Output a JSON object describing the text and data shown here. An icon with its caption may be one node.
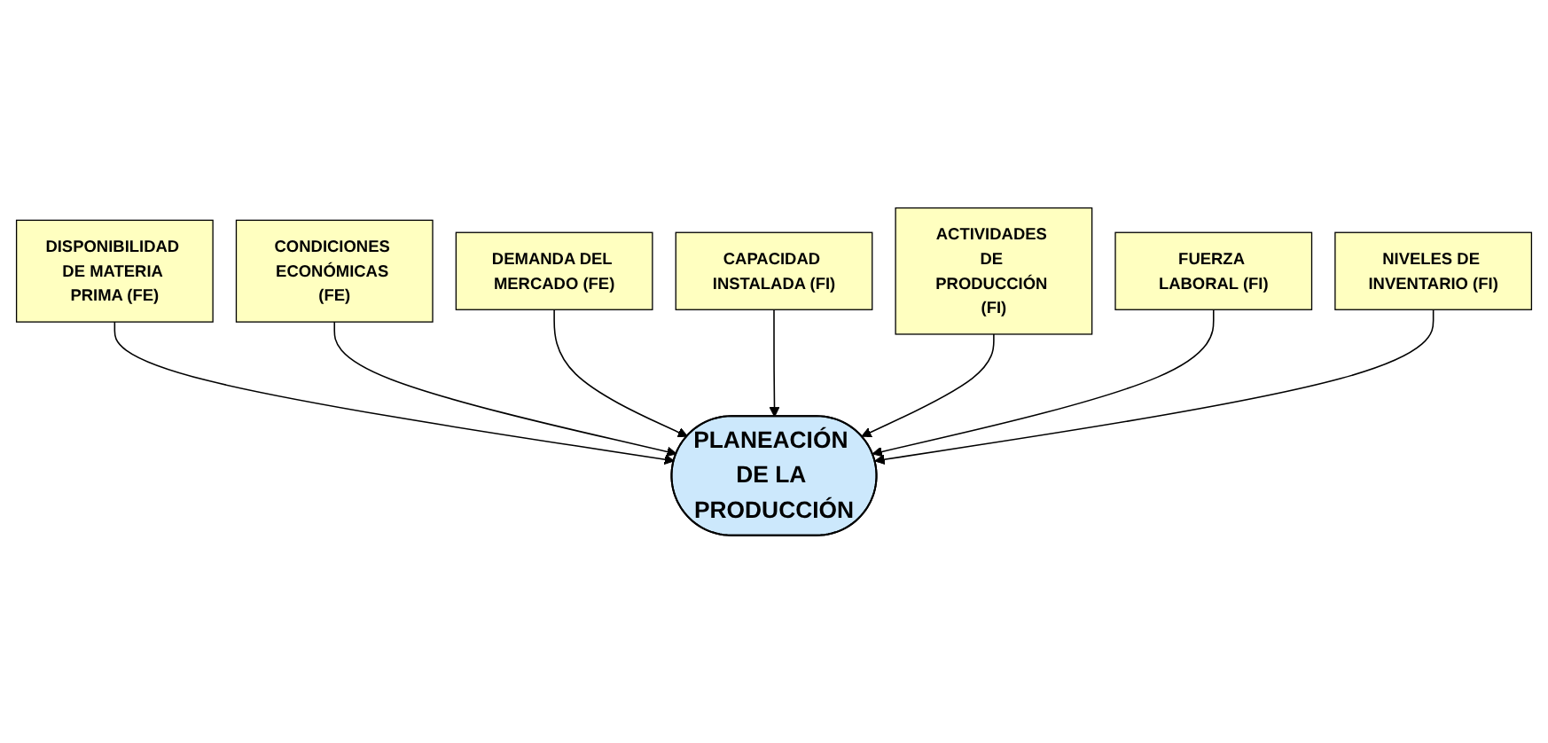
{
  "diagram": {
    "nodes": [
      {
        "text": [
          "DISPONIBILIDAD DE MATERIA PRIMA (FE)"
        ]
      },
      {
        "text": [
          "CONDICIONES ECONÓMICAS (FE)"
        ]
      },
      {
        "text": [
          "DEMANDA DEL MERCADO (FE)"
        ]
      },
      {
        "text": [
          "CAPACIDAD INSTALADA (FI)"
        ]
      },
      {
        "text": [
          "PLANEACIÓN DE LA PRODUCCIÓN"
        ]
      },
      {
        "text": [
          "ACTIVIDADES DE PRODUCCIÓN (FI)"
        ]
      },
      {
        "text": [
          "FUERZA LABORAL (FI)"
        ]
      },
      {
        "text": [
          "NIVELES DE INVENTARIO (FI)"
        ]
      }
    ],
    "edges": [
      {
        "from": 0,
        "to": 4,
        "arrow": "to"
      },
      {
        "from": 1,
        "to": 4,
        "arrow": "to"
      },
      {
        "from": 2,
        "to": 4,
        "arrow": "to"
      },
      {
        "from": 3,
        "to": 4,
        "arrow": "to"
      },
      {
        "from": 5,
        "to": 4,
        "arrow": "to"
      },
      {
        "from": 6,
        "to": 4,
        "arrow": "to"
      },
      {
        "from": 7,
        "to": 4,
        "arrow": "to"
      }
    ]
  }
}
